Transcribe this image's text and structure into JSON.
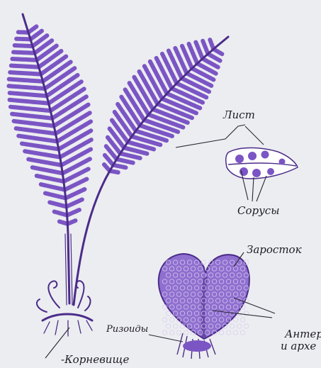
{
  "labels": {
    "leaf": "Лист",
    "sori": "Сорусы",
    "prothallus": "Заросток",
    "antheridia_line1": "Антер",
    "antheridia_line2": "и архе",
    "rhizoids": "Ризоиды",
    "rhizome": "-Корневище"
  },
  "colors": {
    "plant": "#7b55c4",
    "plant_dark": "#4b2c8a",
    "prothallus": "#8f6fcf",
    "line": "#2a2533",
    "background": "#ecedf0"
  }
}
